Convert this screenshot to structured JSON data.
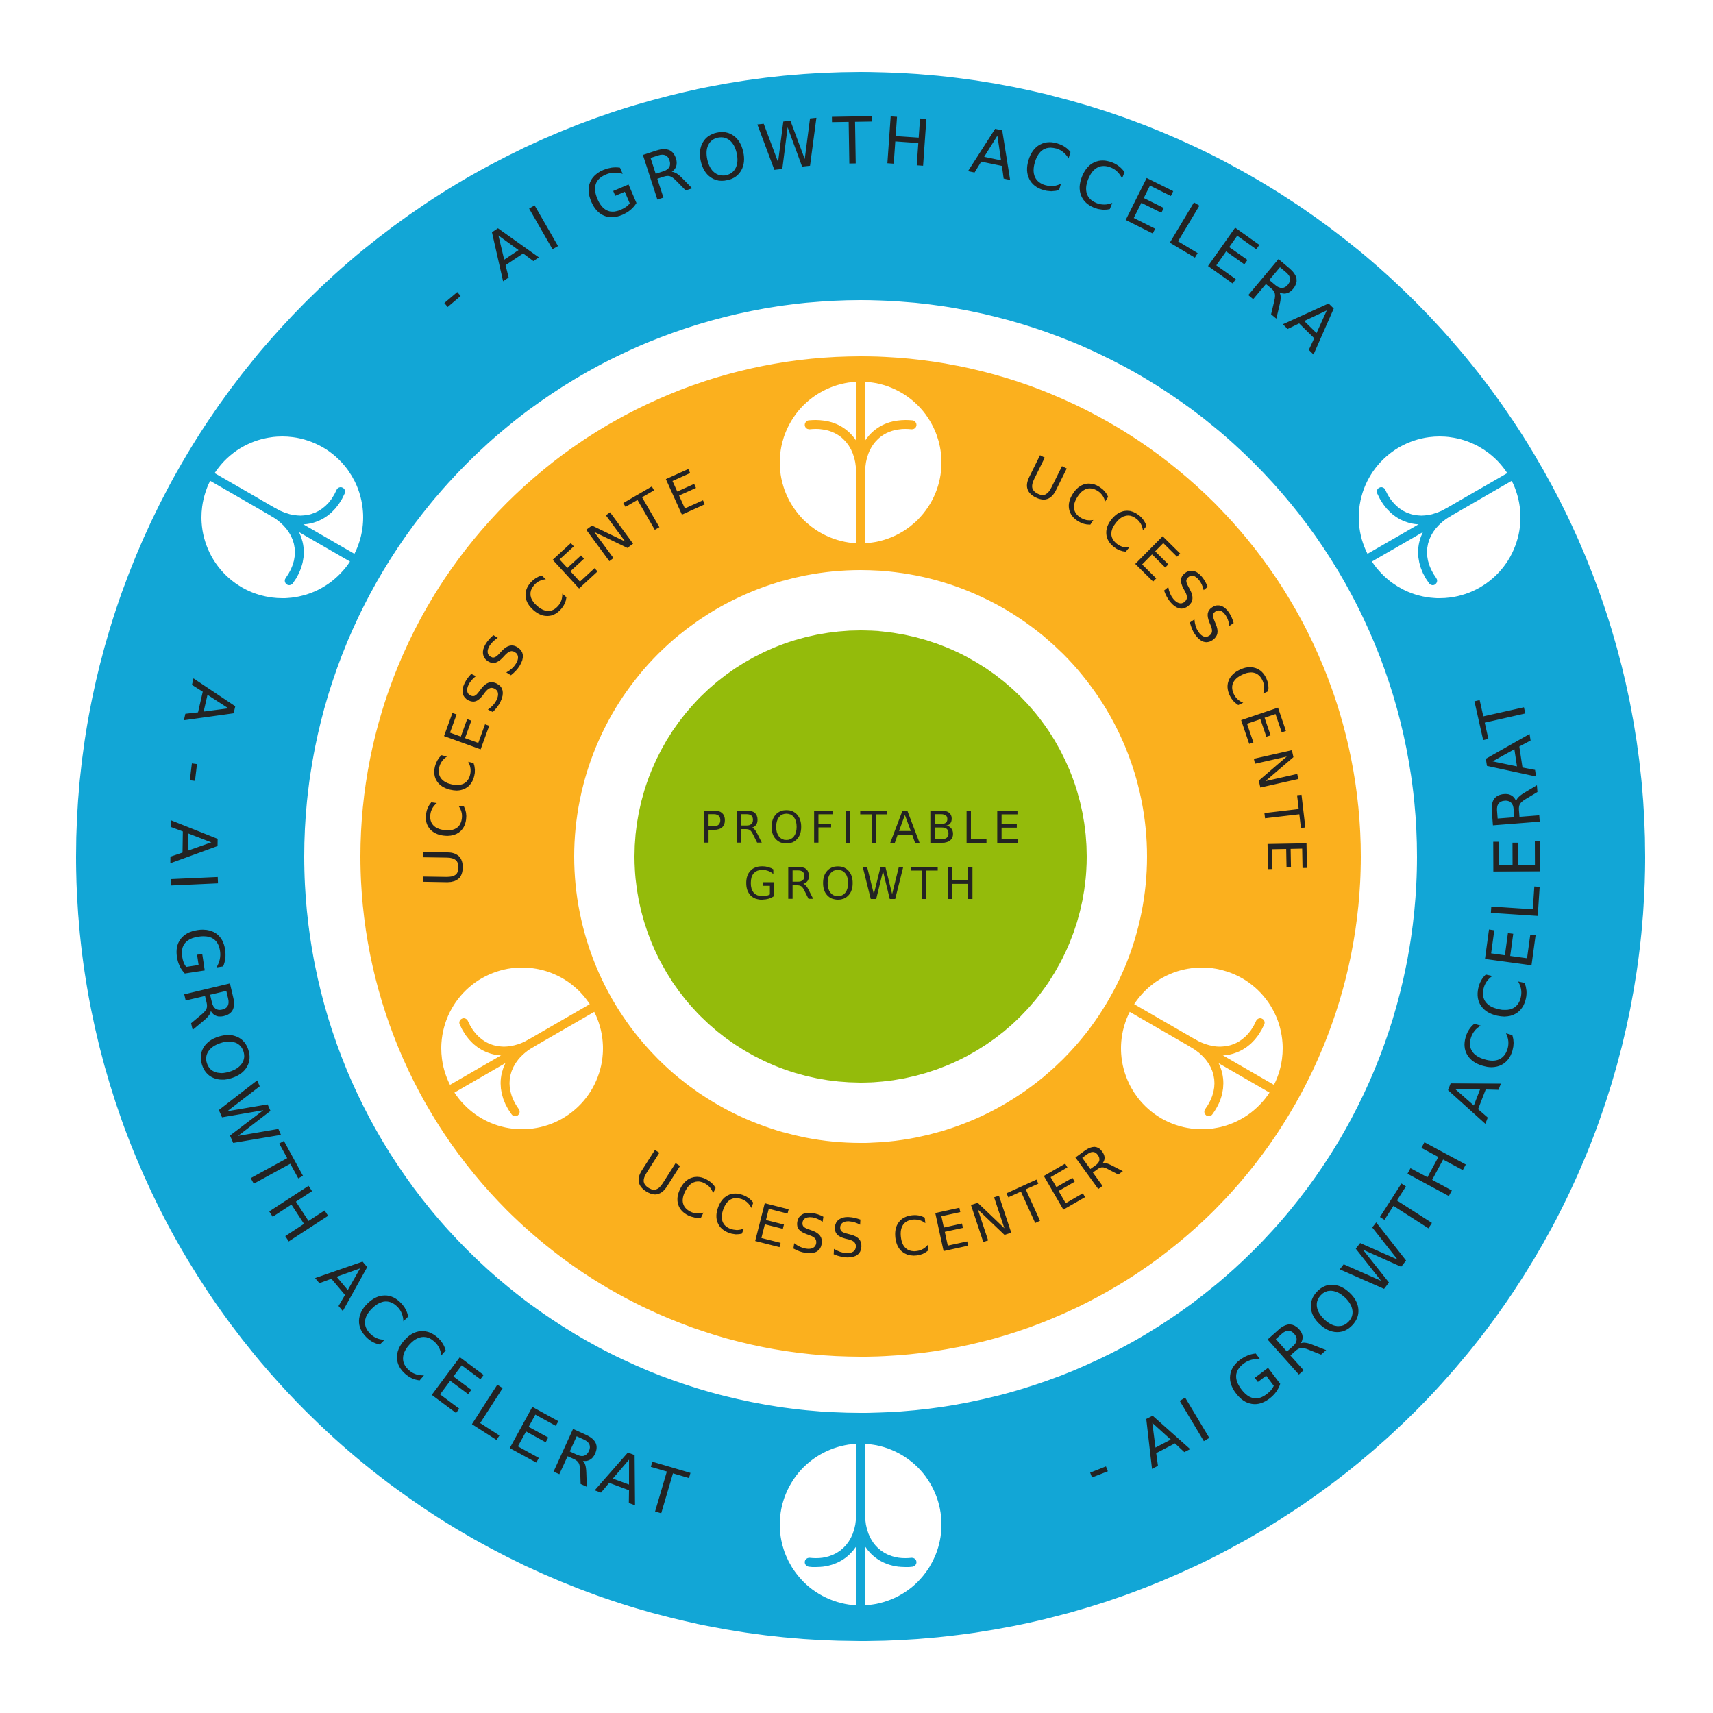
{
  "diagram": {
    "outer_ring": {
      "label": "MYA - AI GROWTH ACCELERATOR",
      "color": "#12a6d6"
    },
    "middle_ring": {
      "label": "SUCCESS CENTER",
      "color": "#fbb01e"
    },
    "core": {
      "line1": "PROFITABLE",
      "line2": "GROWTH",
      "color": "#94bb0b"
    },
    "background": "#ffffff",
    "text_color": "#232323",
    "icons": {
      "outer": "growth-arrow-icon",
      "inner": "growth-arrow-icon"
    }
  }
}
